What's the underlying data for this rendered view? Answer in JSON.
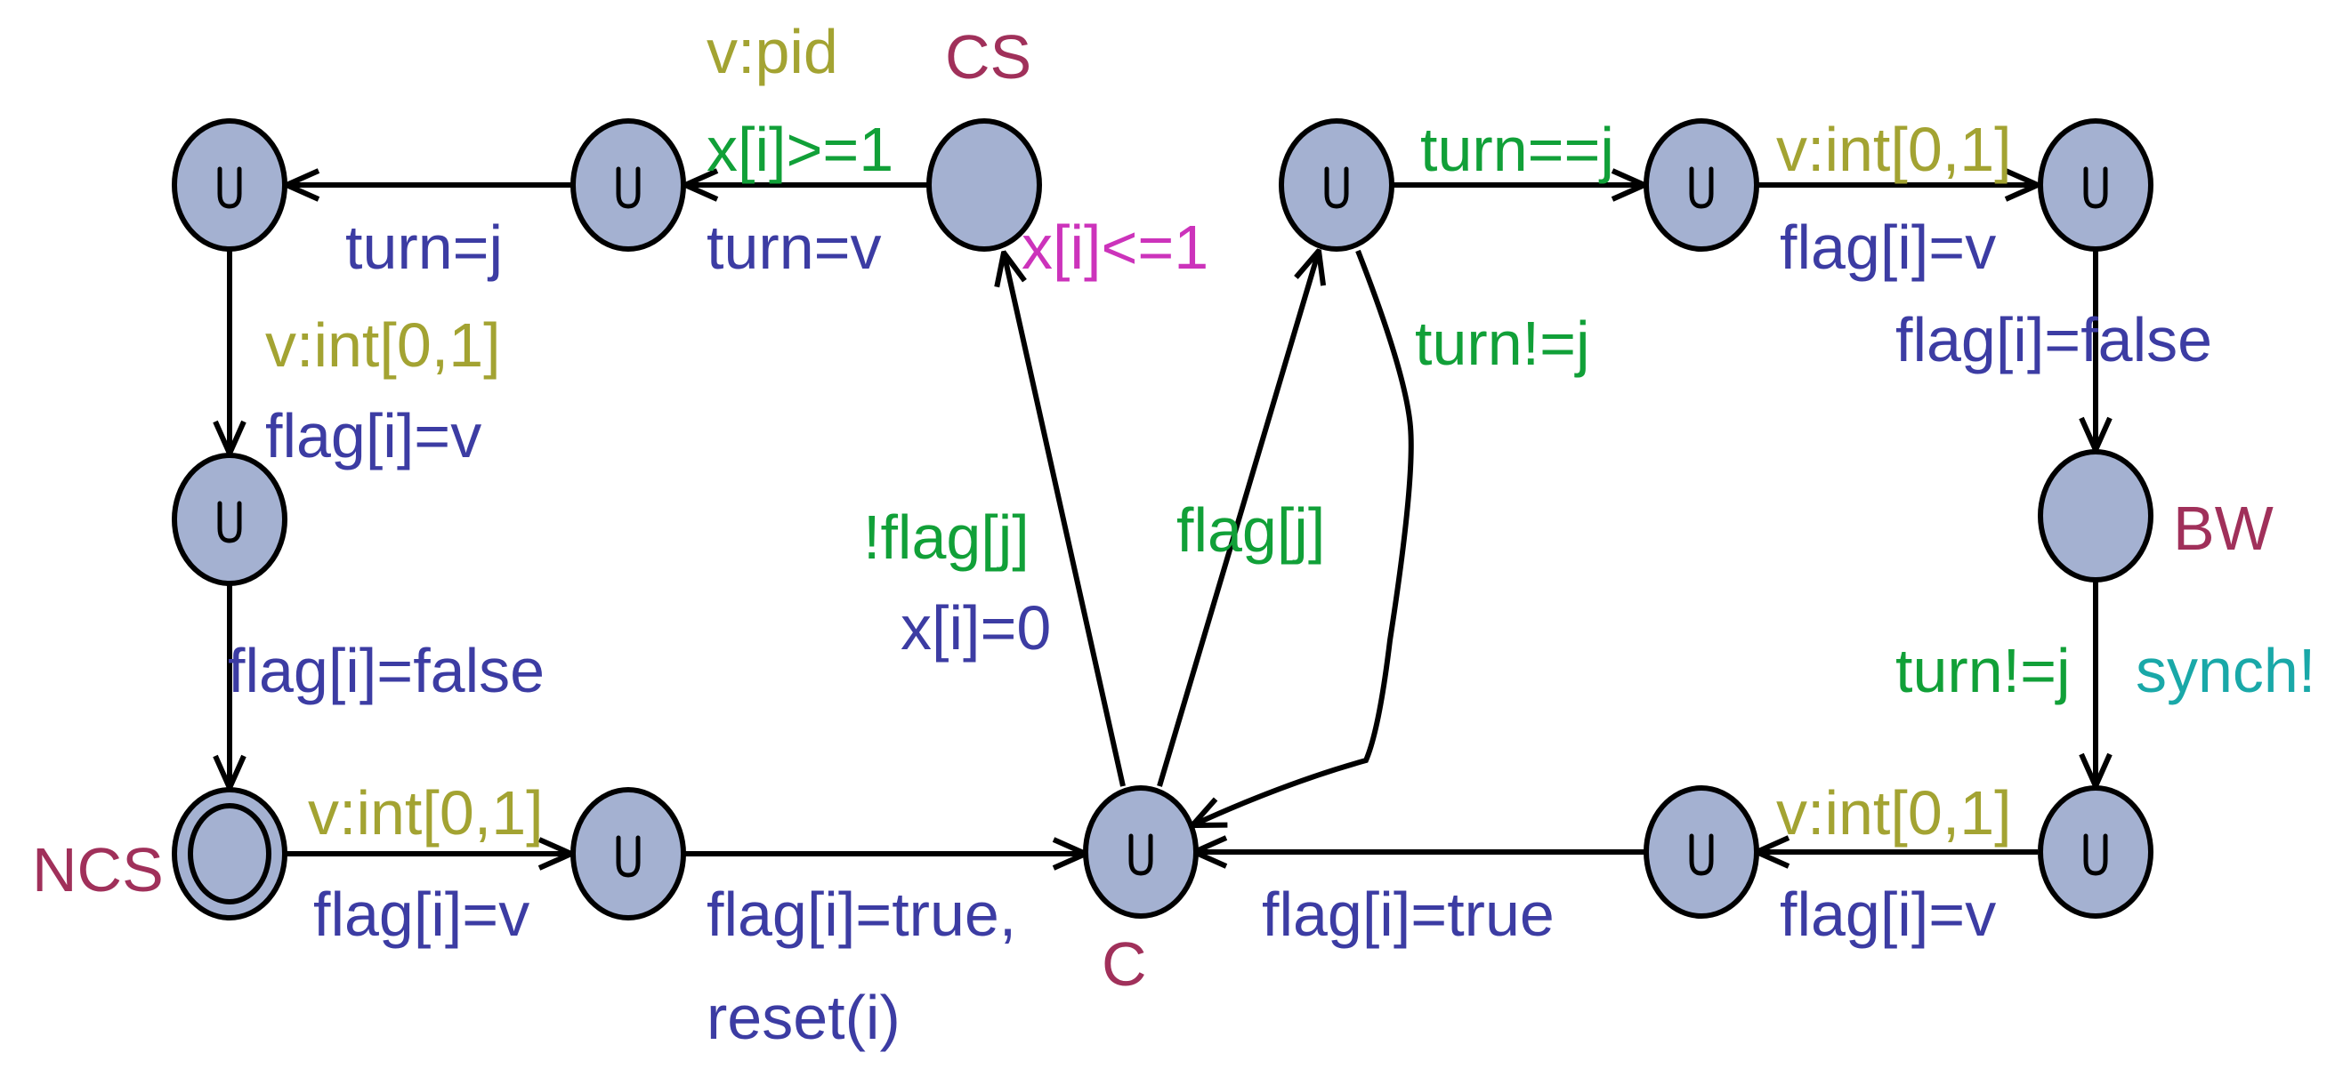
{
  "colors": {
    "location_fill": "#a4b1d1",
    "edge": "#000000",
    "name": "#a0305a",
    "select": "#a3a332",
    "guard": "#11a038",
    "update": "#3c3ca3",
    "sync": "#19a8a8",
    "invariant": "#cc33bb"
  },
  "location_names": {
    "cs": "CS",
    "ncs": "NCS",
    "c": "C",
    "bw": "BW"
  },
  "invariants": {
    "cs": "x[i]<=1"
  },
  "edges": {
    "cs_out": {
      "select": "v:pid",
      "guard": "x[i]>=1",
      "update": "turn=v"
    },
    "top_left": {
      "update": "turn=j"
    },
    "left_down": {
      "select": "v:int[0,1]",
      "update": "flag[i]=v"
    },
    "left_to_ncs": {
      "update": "flag[i]=false"
    },
    "ncs_out": {
      "select": "v:int[0,1]",
      "update": "flag[i]=v"
    },
    "into_c": {
      "update_line1": "flag[i]=true,",
      "update_line2": "reset(i)"
    },
    "c_to_cs": {
      "guard": "!flag[j]",
      "update": "x[i]=0"
    },
    "c_up": {
      "guard": "flag[j]"
    },
    "loop_back": {
      "guard": "turn!=j"
    },
    "turn_check": {
      "guard": "turn==j"
    },
    "top_right": {
      "select": "v:int[0,1]",
      "update": "flag[i]=v"
    },
    "right_down": {
      "update": "flag[i]=false"
    },
    "bw_out": {
      "guard": "turn!=j",
      "sync": "synch!"
    },
    "bottom_right": {
      "select": "v:int[0,1]",
      "update": "flag[i]=v"
    },
    "bottom_to_c": {
      "update": "flag[i]=true"
    }
  }
}
